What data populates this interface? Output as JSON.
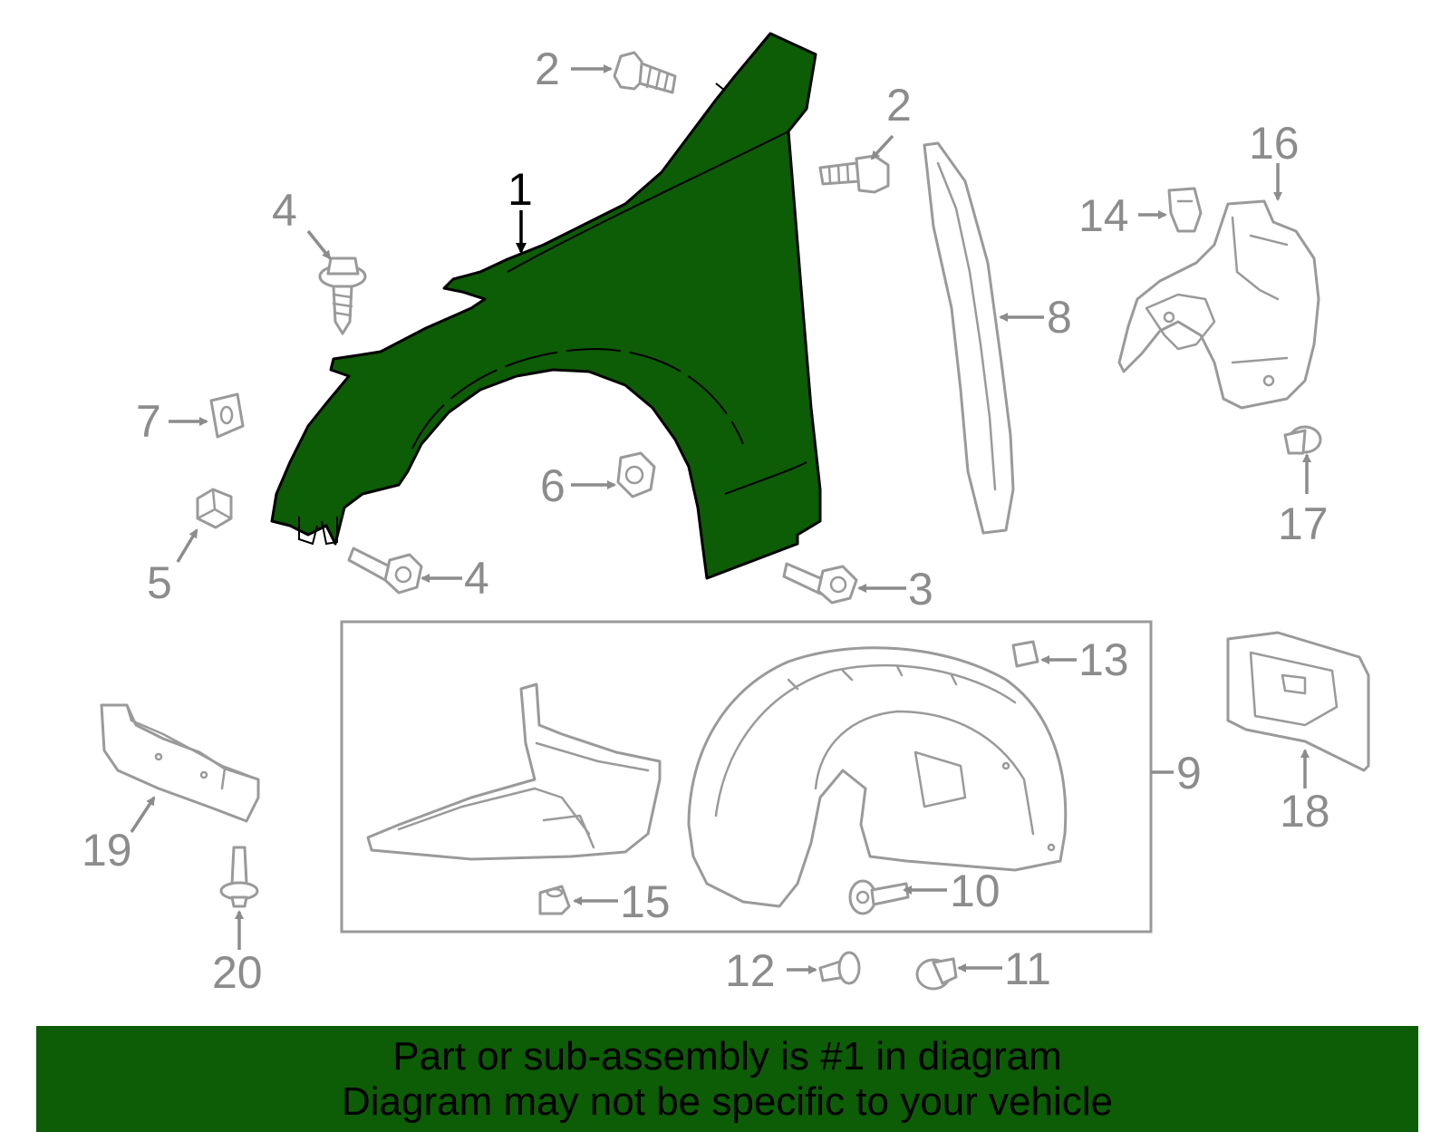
{
  "colors": {
    "highlight_part": "#0d5c06",
    "footer_background": "#0d5c06",
    "line_gray": "#9a9a9a",
    "label_gray": "#8c8c8c"
  },
  "callouts": {
    "c1": "1",
    "c2a": "2",
    "c2b": "2",
    "c3": "3",
    "c4a": "4",
    "c4b": "4",
    "c5": "5",
    "c6": "6",
    "c7": "7",
    "c8": "8",
    "c9": "9",
    "c10": "10",
    "c11": "11",
    "c12": "12",
    "c13": "13",
    "c14": "14",
    "c15": "15",
    "c16": "16",
    "c17": "17",
    "c18": "18",
    "c19": "19",
    "c20": "20"
  },
  "footer": {
    "line1": "Part or sub-assembly is #1 in diagram",
    "line2": "Diagram may not be specific to your vehicle"
  }
}
